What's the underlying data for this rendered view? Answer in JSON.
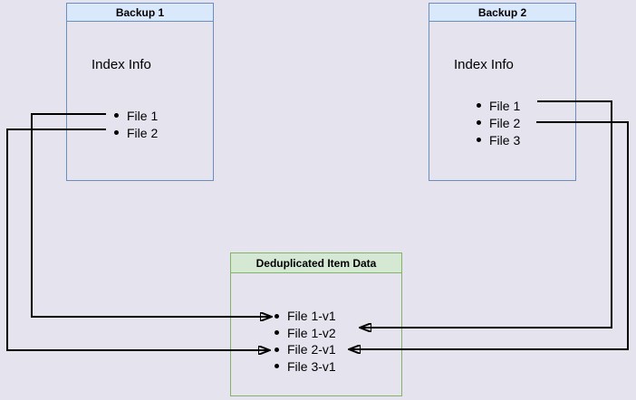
{
  "diagram": {
    "backup1": {
      "title": "Backup 1",
      "subtitle": "Index Info",
      "items": [
        "File 1",
        "File 2"
      ]
    },
    "backup2": {
      "title": "Backup 2",
      "subtitle": "Index Info",
      "items": [
        "File 1",
        "File 2",
        "File 3"
      ]
    },
    "dedup": {
      "title": "Deduplicated Item Data",
      "items": [
        "File 1-v1",
        "File 1-v2",
        "File 2-v1",
        "File 3-v1"
      ]
    },
    "connections": [
      {
        "from": "Backup 1 / File 1",
        "to": "File 1-v1"
      },
      {
        "from": "Backup 1 / File 2",
        "to": "File 2-v1"
      },
      {
        "from": "Backup 2 / File 1",
        "to": "File 1-v2"
      },
      {
        "from": "Backup 2 / File 2",
        "to": "File 2-v1"
      }
    ],
    "colors": {
      "canvas_background": "#e4e3ee",
      "backup_header_fill": "#dae8fc",
      "backup_border": "#6c8ebf",
      "dedup_header_fill": "#d5e8d4",
      "dedup_border": "#82b366",
      "arrow": "#000000",
      "text": "#000000"
    }
  }
}
